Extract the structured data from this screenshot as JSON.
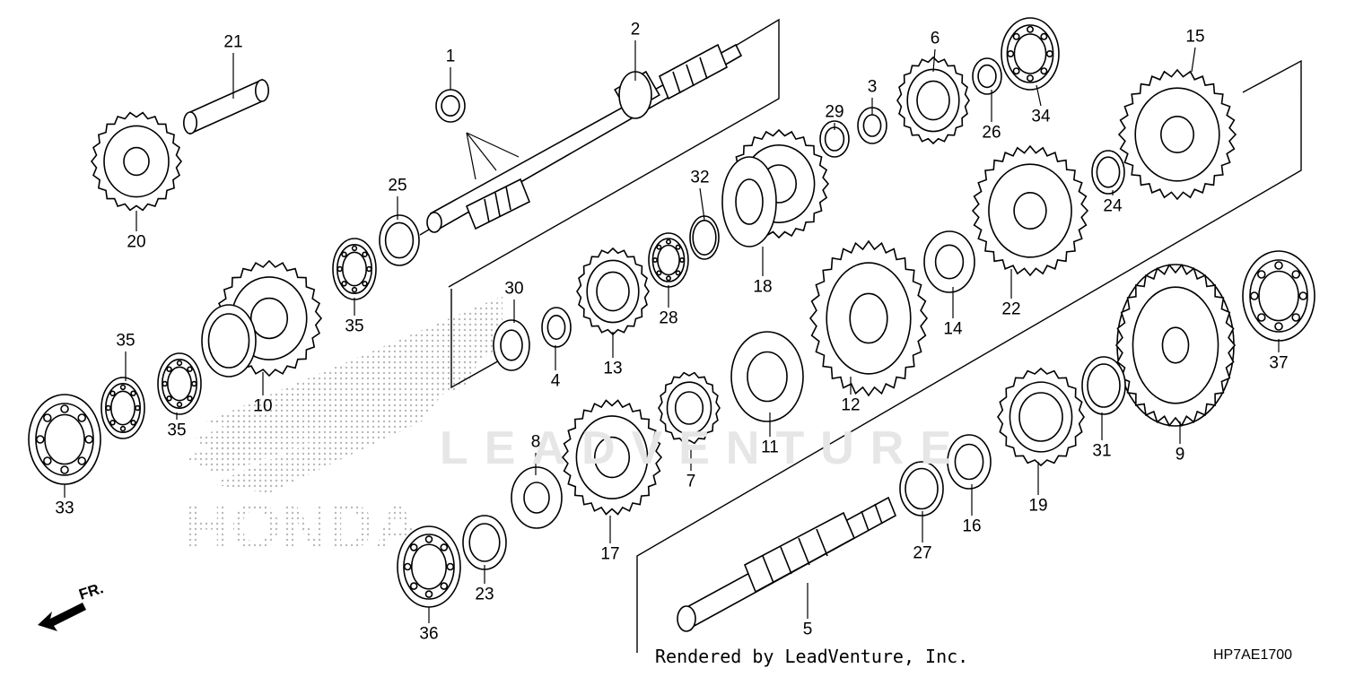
{
  "diagram": {
    "footer_credit": "Rendered by LeadVenture, Inc.",
    "diagram_code": "HP7AE1700",
    "watermark_text": "LEADVENTURE",
    "brand_mark_text": "HONDA",
    "direction_label": "FR.",
    "callouts": [
      "1",
      "2",
      "3",
      "4",
      "5",
      "6",
      "7",
      "8",
      "9",
      "10",
      "11",
      "12",
      "13",
      "14",
      "15",
      "16",
      "17",
      "18",
      "19",
      "20",
      "21",
      "22",
      "23",
      "24",
      "25",
      "26",
      "27",
      "28",
      "29",
      "30",
      "31",
      "32",
      "33",
      "34",
      "35",
      "36",
      "37"
    ],
    "callout_35_repeats": [
      "35",
      "35",
      "35"
    ]
  }
}
